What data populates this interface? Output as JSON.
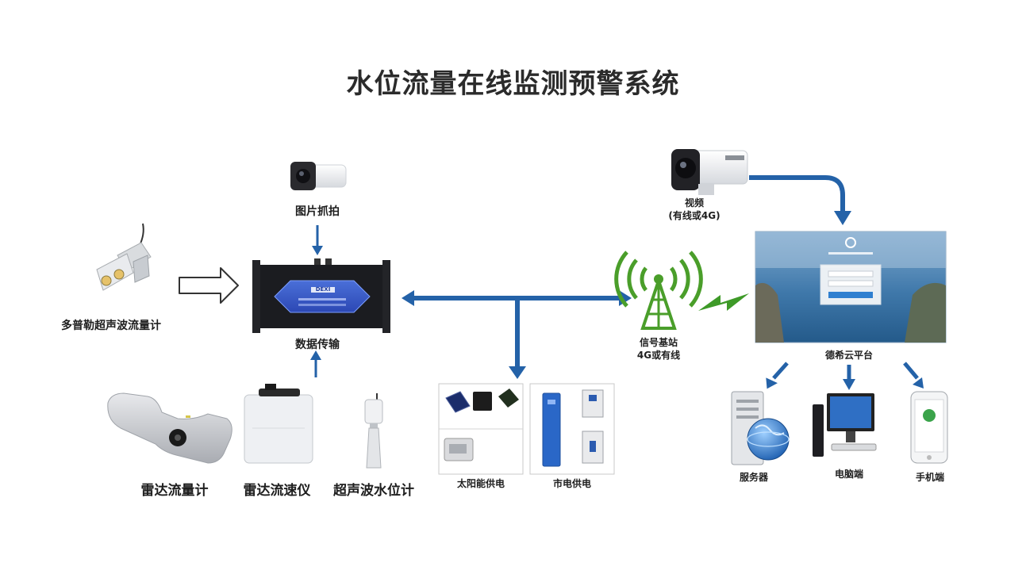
{
  "title": "水位流量在线监测预警系统",
  "colors": {
    "arrow_blue": "#2462a8",
    "signal_green": "#4a9e2a",
    "lightning_green": "#3e9a28"
  },
  "labels": {
    "doppler_flowmeter": "多普勒超声波流量计",
    "photo_capture": "图片抓拍",
    "data_transmission": "数据传输",
    "radar_flowmeter": "雷达流量计",
    "radar_velocimeter": "雷达流速仪",
    "ultrasonic_level": "超声波水位计",
    "solar_power": "太阳能供电",
    "mains_power": "市电供电",
    "base_station": "信号基站",
    "base_station_sub": "4G或有线",
    "video": "视频",
    "video_sub": "(有线或4G)",
    "cloud_platform": "德希云平台",
    "server": "服务器",
    "pc": "电脑端",
    "mobile": "手机端"
  },
  "device": {
    "brand": "DEXI"
  },
  "icons": [
    "camera-icon",
    "doppler-sensor-icon",
    "outline-arrow-icon",
    "data-logger-icon",
    "radar-flowmeter-icon",
    "radar-velocimeter-icon",
    "ultrasonic-level-icon",
    "solar-battery-icon",
    "power-supply-icon",
    "signal-tower-icon",
    "lightning-icon",
    "platform-screenshot",
    "server-globe-icon",
    "desktop-computer-icon",
    "mobile-phone-icon"
  ]
}
